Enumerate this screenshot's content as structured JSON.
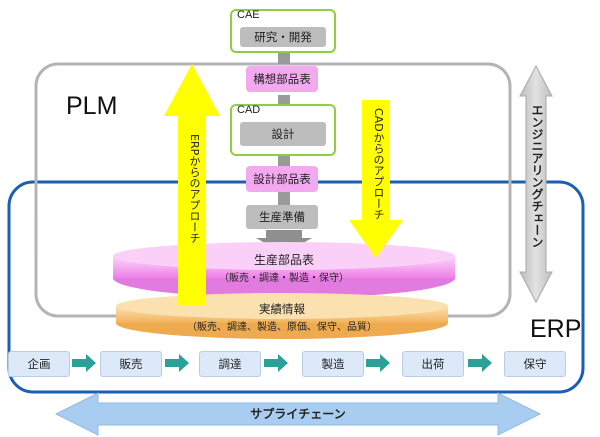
{
  "regions": {
    "plm_label": "PLM",
    "erp_label": "ERP"
  },
  "cae": {
    "tag": "CAE",
    "box": "研究・開発"
  },
  "cad": {
    "tag": "CAD",
    "box": "設計"
  },
  "pills": {
    "concept_bom": "構想部品表",
    "design_bom": "設計部品表"
  },
  "production_prep": "生産準備",
  "production_bom": {
    "title": "生産部品表",
    "sub": "（販売・調達・製造・保守）"
  },
  "actuals": {
    "title": "実績情報",
    "sub": "（販売、調達、製造、原価、保守、品質）"
  },
  "arrows": {
    "erp_approach": "ERPからのアプローチ",
    "cad_approach": "CADからのアプローチ",
    "engineering_chain": "エンジニアリングチェーン",
    "supply_chain": "サプライチェーン"
  },
  "process_steps": [
    "企画",
    "販売",
    "調達",
    "製造",
    "出荷",
    "保守"
  ],
  "colors": {
    "plm_border": "#b4b4b4",
    "erp_border": "#1a5fb4",
    "green_border": "#8fcf3f",
    "yellow_arrow": "#ffff00",
    "pink": "#f3a9f0",
    "orange_disc": "#f6c777",
    "step_arrow": "#2aa198",
    "supply_arrow": "#a9cdf0"
  }
}
